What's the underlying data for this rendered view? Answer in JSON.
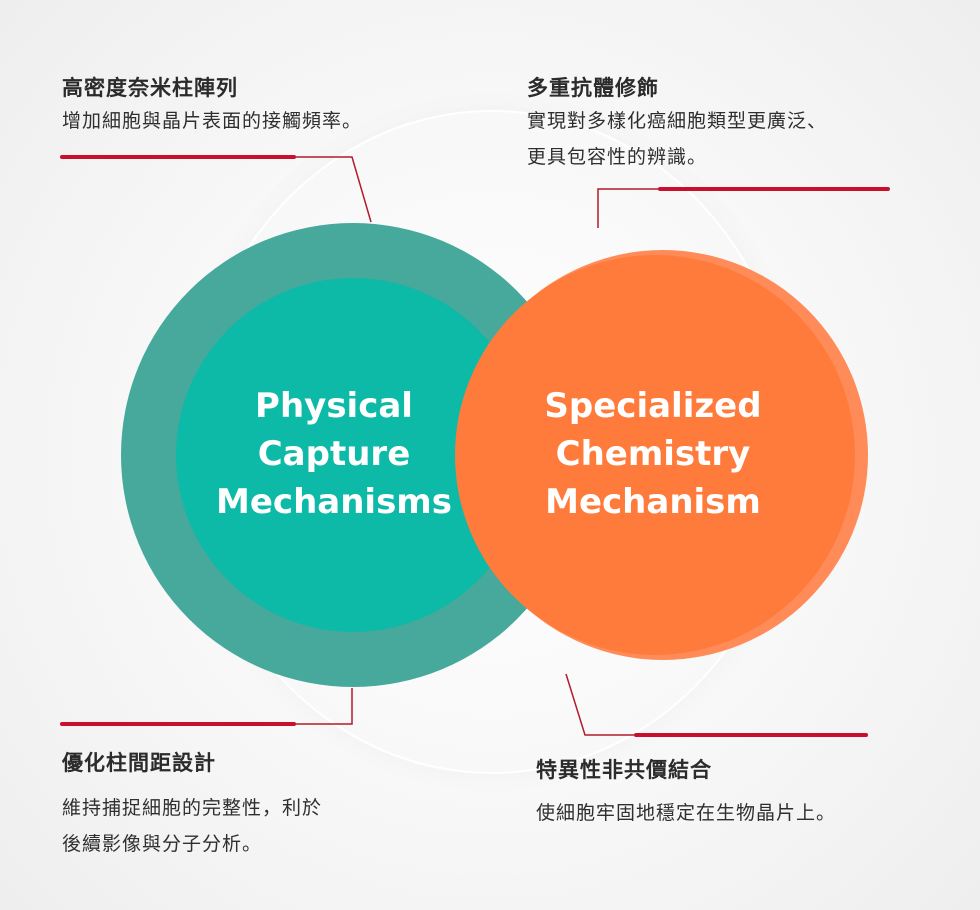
{
  "colors": {
    "teal_outer": "#46a99b",
    "teal_inner": "#0db9a7",
    "orange_outer": "#ff8c58",
    "orange_inner": "#ff7b3b",
    "overlap": "#e0885e",
    "accent_line": "#c8102e",
    "leader_line": "#b31b2b",
    "text_dark": "#2b2b2b"
  },
  "circles": {
    "left_label": [
      "Physical",
      "Capture",
      "Mechanisms"
    ],
    "right_label": [
      "Specialized",
      "Chemistry",
      "Mechanism"
    ]
  },
  "callouts": {
    "top_left": {
      "title": "高密度奈米柱陣列",
      "body": [
        "增加細胞與晶片表面的接觸頻率。"
      ]
    },
    "top_right": {
      "title": "多重抗體修飾",
      "body": [
        "實現對多樣化癌細胞類型更廣泛、",
        "更具包容性的辨識。"
      ]
    },
    "bottom_left": {
      "title": "優化柱間距設計",
      "body": [
        "維持捕捉細胞的完整性，利於",
        "後續影像與分子分析。"
      ]
    },
    "bottom_right": {
      "title": "特異性非共價結合",
      "body": [
        "使細胞牢固地穩定在生物晶片上。"
      ]
    }
  }
}
